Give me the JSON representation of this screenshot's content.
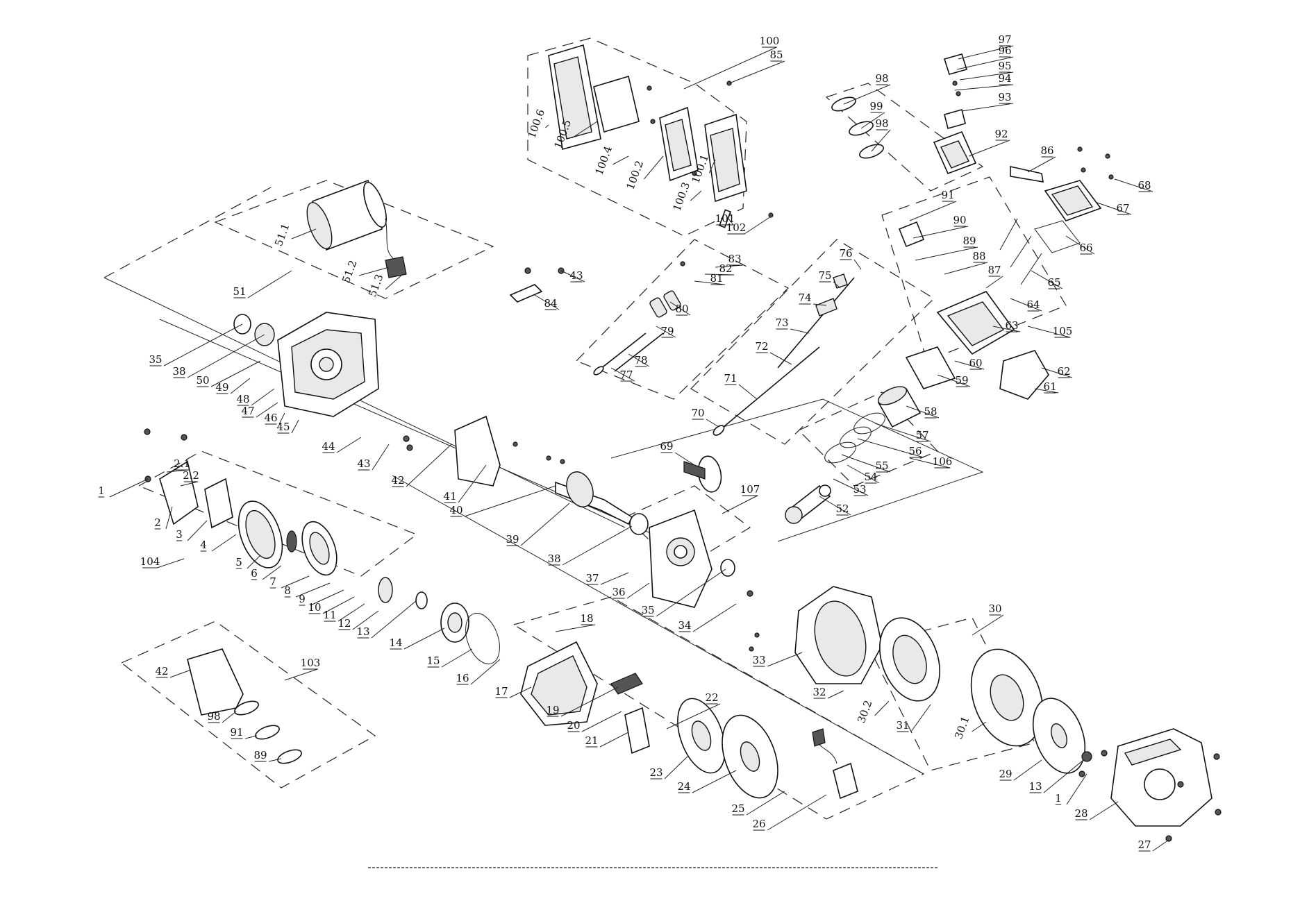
{
  "diagram": {
    "callouts": [
      {
        "id": "97",
        "text": "97"
      },
      {
        "id": "96",
        "text": "96"
      },
      {
        "id": "95",
        "text": "95"
      },
      {
        "id": "94",
        "text": "94"
      },
      {
        "id": "93",
        "text": "93"
      },
      {
        "id": "92",
        "text": "92"
      },
      {
        "id": "98a",
        "text": "98"
      },
      {
        "id": "99",
        "text": "99"
      },
      {
        "id": "98b",
        "text": "98"
      },
      {
        "id": "100",
        "text": "100"
      },
      {
        "id": "85",
        "text": "85"
      },
      {
        "id": "86",
        "text": "86"
      },
      {
        "id": "68",
        "text": "68"
      },
      {
        "id": "67",
        "text": "67"
      },
      {
        "id": "66",
        "text": "66"
      },
      {
        "id": "65",
        "text": "65"
      },
      {
        "id": "64",
        "text": "64"
      },
      {
        "id": "63",
        "text": "63"
      },
      {
        "id": "105",
        "text": "105"
      },
      {
        "id": "91a",
        "text": "91"
      },
      {
        "id": "90",
        "text": "90"
      },
      {
        "id": "89a",
        "text": "89"
      },
      {
        "id": "88",
        "text": "88"
      },
      {
        "id": "87",
        "text": "87"
      },
      {
        "id": "62",
        "text": "62"
      },
      {
        "id": "61",
        "text": "61"
      },
      {
        "id": "60",
        "text": "60"
      },
      {
        "id": "59",
        "text": "59"
      },
      {
        "id": "58",
        "text": "58"
      },
      {
        "id": "57",
        "text": "57"
      },
      {
        "id": "56",
        "text": "56"
      },
      {
        "id": "106",
        "text": "106"
      },
      {
        "id": "55",
        "text": "55"
      },
      {
        "id": "54",
        "text": "54"
      },
      {
        "id": "53",
        "text": "53"
      },
      {
        "id": "52",
        "text": "52"
      },
      {
        "id": "76",
        "text": "76"
      },
      {
        "id": "75",
        "text": "75"
      },
      {
        "id": "74",
        "text": "74"
      },
      {
        "id": "73",
        "text": "73"
      },
      {
        "id": "72",
        "text": "72"
      },
      {
        "id": "71",
        "text": "71"
      },
      {
        "id": "70",
        "text": "70"
      },
      {
        "id": "69",
        "text": "69"
      },
      {
        "id": "83",
        "text": "83"
      },
      {
        "id": "82",
        "text": "82"
      },
      {
        "id": "81",
        "text": "81"
      },
      {
        "id": "80",
        "text": "80"
      },
      {
        "id": "79",
        "text": "79"
      },
      {
        "id": "78",
        "text": "78"
      },
      {
        "id": "77",
        "text": "77"
      },
      {
        "id": "84",
        "text": "84"
      },
      {
        "id": "43a",
        "text": "43"
      },
      {
        "id": "51",
        "text": "51"
      },
      {
        "id": "51_1",
        "text": "51.1"
      },
      {
        "id": "51_2",
        "text": "51.2"
      },
      {
        "id": "51_3",
        "text": "51.3"
      },
      {
        "id": "35a",
        "text": "35"
      },
      {
        "id": "38a",
        "text": "38"
      },
      {
        "id": "50",
        "text": "50"
      },
      {
        "id": "49",
        "text": "49"
      },
      {
        "id": "48",
        "text": "48"
      },
      {
        "id": "47",
        "text": "47"
      },
      {
        "id": "46",
        "text": "46"
      },
      {
        "id": "45",
        "text": "45"
      },
      {
        "id": "44",
        "text": "44"
      },
      {
        "id": "43b",
        "text": "43"
      },
      {
        "id": "42a",
        "text": "42"
      },
      {
        "id": "41",
        "text": "41"
      },
      {
        "id": "40",
        "text": "40"
      },
      {
        "id": "39",
        "text": "39"
      },
      {
        "id": "38b",
        "text": "38"
      },
      {
        "id": "107",
        "text": "107"
      },
      {
        "id": "37",
        "text": "37"
      },
      {
        "id": "36",
        "text": "36"
      },
      {
        "id": "35b",
        "text": "35"
      },
      {
        "id": "34",
        "text": "34"
      },
      {
        "id": "1a",
        "text": "1"
      },
      {
        "id": "2_1",
        "text": "2.1"
      },
      {
        "id": "2_2",
        "text": "2.2"
      },
      {
        "id": "2",
        "text": "2"
      },
      {
        "id": "3",
        "text": "3"
      },
      {
        "id": "4",
        "text": "4"
      },
      {
        "id": "104",
        "text": "104"
      },
      {
        "id": "5",
        "text": "5"
      },
      {
        "id": "6",
        "text": "6"
      },
      {
        "id": "7",
        "text": "7"
      },
      {
        "id": "8",
        "text": "8"
      },
      {
        "id": "9",
        "text": "9"
      },
      {
        "id": "10",
        "text": "10"
      },
      {
        "id": "11",
        "text": "11"
      },
      {
        "id": "12",
        "text": "12"
      },
      {
        "id": "13a",
        "text": "13"
      },
      {
        "id": "14",
        "text": "14"
      },
      {
        "id": "15",
        "text": "15"
      },
      {
        "id": "16",
        "text": "16"
      },
      {
        "id": "17",
        "text": "17"
      },
      {
        "id": "18",
        "text": "18"
      },
      {
        "id": "19",
        "text": "19"
      },
      {
        "id": "20",
        "text": "20"
      },
      {
        "id": "21",
        "text": "21"
      },
      {
        "id": "22",
        "text": "22"
      },
      {
        "id": "23",
        "text": "23"
      },
      {
        "id": "24",
        "text": "24"
      },
      {
        "id": "25",
        "text": "25"
      },
      {
        "id": "26",
        "text": "26"
      },
      {
        "id": "42b",
        "text": "42"
      },
      {
        "id": "103",
        "text": "103"
      },
      {
        "id": "98c",
        "text": "98"
      },
      {
        "id": "91b",
        "text": "91"
      },
      {
        "id": "89b",
        "text": "89"
      },
      {
        "id": "30",
        "text": "30"
      },
      {
        "id": "33",
        "text": "33"
      },
      {
        "id": "32",
        "text": "32"
      },
      {
        "id": "30_1",
        "text": "30.1"
      },
      {
        "id": "31",
        "text": "31"
      },
      {
        "id": "30_2",
        "text": "30.2"
      },
      {
        "id": "29",
        "text": "29"
      },
      {
        "id": "13b",
        "text": "13"
      },
      {
        "id": "1b",
        "text": "1"
      },
      {
        "id": "28",
        "text": "28"
      },
      {
        "id": "27",
        "text": "27"
      },
      {
        "id": "100_4",
        "text": "100.4"
      },
      {
        "id": "100_5",
        "text": "100.5"
      },
      {
        "id": "100_1",
        "text": "100.1"
      },
      {
        "id": "100_2",
        "text": "100.2"
      },
      {
        "id": "100_3",
        "text": "100.3"
      },
      {
        "id": "100_6",
        "text": "100.6"
      },
      {
        "id": "101",
        "text": "101"
      },
      {
        "id": "102",
        "text": "102"
      }
    ]
  }
}
